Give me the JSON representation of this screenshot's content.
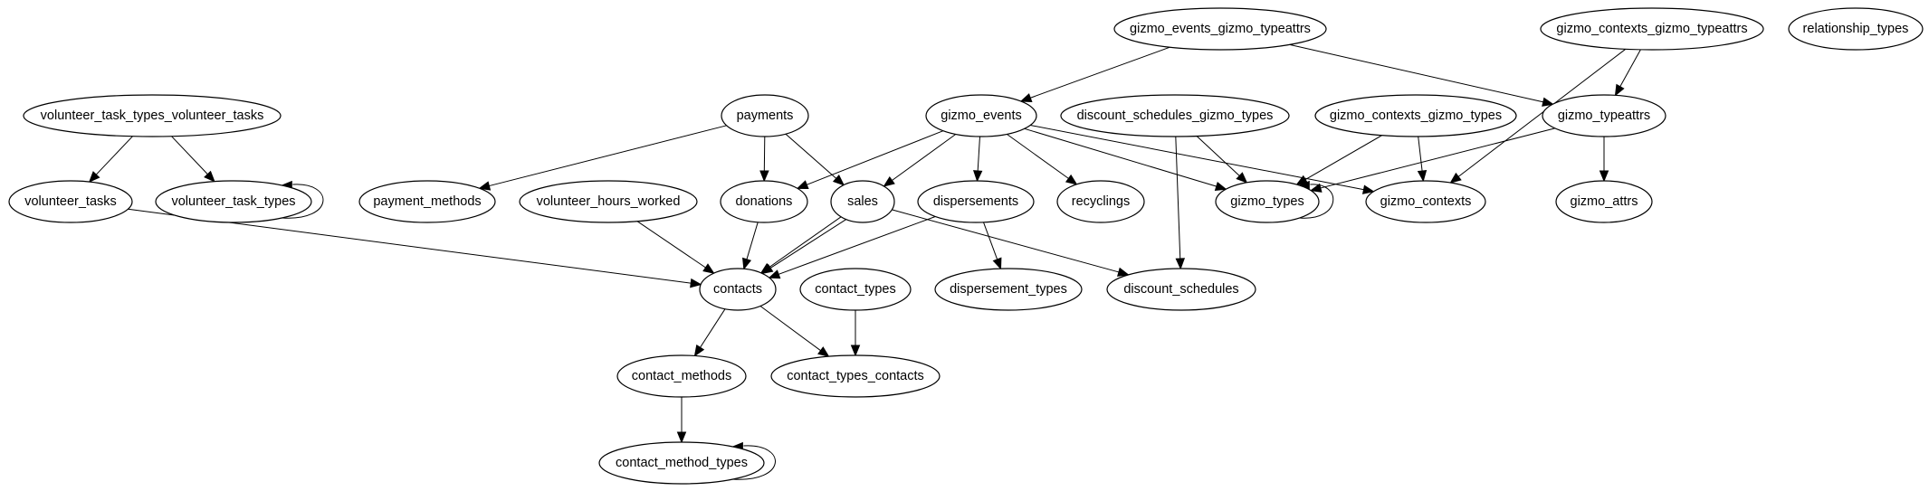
{
  "diagram": {
    "type": "directed-graph",
    "colors": {
      "background": "#ffffff",
      "stroke": "#000000",
      "node_fill": "#ffffff"
    },
    "nodes": [
      {
        "id": "volunteer_task_types_volunteer_tasks",
        "label": "volunteer_task_types_volunteer_tasks"
      },
      {
        "id": "volunteer_tasks",
        "label": "volunteer_tasks"
      },
      {
        "id": "volunteer_task_types",
        "label": "volunteer_task_types"
      },
      {
        "id": "payments",
        "label": "payments"
      },
      {
        "id": "payment_methods",
        "label": "payment_methods"
      },
      {
        "id": "volunteer_hours_worked",
        "label": "volunteer_hours_worked"
      },
      {
        "id": "donations",
        "label": "donations"
      },
      {
        "id": "sales",
        "label": "sales"
      },
      {
        "id": "gizmo_events",
        "label": "gizmo_events"
      },
      {
        "id": "dispersements",
        "label": "dispersements"
      },
      {
        "id": "recyclings",
        "label": "recyclings"
      },
      {
        "id": "gizmo_events_gizmo_typeattrs",
        "label": "gizmo_events_gizmo_typeattrs"
      },
      {
        "id": "discount_schedules_gizmo_types",
        "label": "discount_schedules_gizmo_types"
      },
      {
        "id": "gizmo_contexts_gizmo_types",
        "label": "gizmo_contexts_gizmo_types"
      },
      {
        "id": "gizmo_contexts_gizmo_typeattrs",
        "label": "gizmo_contexts_gizmo_typeattrs"
      },
      {
        "id": "relationship_types",
        "label": "relationship_types"
      },
      {
        "id": "gizmo_typeattrs",
        "label": "gizmo_typeattrs"
      },
      {
        "id": "gizmo_types",
        "label": "gizmo_types"
      },
      {
        "id": "gizmo_contexts",
        "label": "gizmo_contexts"
      },
      {
        "id": "gizmo_attrs",
        "label": "gizmo_attrs"
      },
      {
        "id": "contacts",
        "label": "contacts"
      },
      {
        "id": "contact_types",
        "label": "contact_types"
      },
      {
        "id": "dispersement_types",
        "label": "dispersement_types"
      },
      {
        "id": "discount_schedules",
        "label": "discount_schedules"
      },
      {
        "id": "contact_methods",
        "label": "contact_methods"
      },
      {
        "id": "contact_types_contacts",
        "label": "contact_types_contacts"
      },
      {
        "id": "contact_method_types",
        "label": "contact_method_types"
      }
    ],
    "edges": [
      {
        "from": "volunteer_task_types_volunteer_tasks",
        "to": "volunteer_tasks"
      },
      {
        "from": "volunteer_task_types_volunteer_tasks",
        "to": "volunteer_task_types"
      },
      {
        "from": "volunteer_task_types",
        "to": "volunteer_task_types"
      },
      {
        "from": "volunteer_tasks",
        "to": "contacts"
      },
      {
        "from": "payments",
        "to": "payment_methods"
      },
      {
        "from": "payments",
        "to": "donations"
      },
      {
        "from": "payments",
        "to": "sales"
      },
      {
        "from": "volunteer_hours_worked",
        "to": "contacts"
      },
      {
        "from": "donations",
        "to": "contacts"
      },
      {
        "from": "sales",
        "to": "contacts"
      },
      {
        "from": "sales",
        "to": "contacts"
      },
      {
        "from": "sales",
        "to": "discount_schedules"
      },
      {
        "from": "dispersements",
        "to": "contacts"
      },
      {
        "from": "dispersements",
        "to": "dispersement_types"
      },
      {
        "from": "gizmo_events",
        "to": "donations"
      },
      {
        "from": "gizmo_events",
        "to": "sales"
      },
      {
        "from": "gizmo_events",
        "to": "dispersements"
      },
      {
        "from": "gizmo_events",
        "to": "recyclings"
      },
      {
        "from": "gizmo_events",
        "to": "gizmo_types"
      },
      {
        "from": "gizmo_events",
        "to": "gizmo_contexts"
      },
      {
        "from": "gizmo_events_gizmo_typeattrs",
        "to": "gizmo_events"
      },
      {
        "from": "gizmo_events_gizmo_typeattrs",
        "to": "gizmo_typeattrs"
      },
      {
        "from": "discount_schedules_gizmo_types",
        "to": "gizmo_types"
      },
      {
        "from": "discount_schedules_gizmo_types",
        "to": "discount_schedules"
      },
      {
        "from": "gizmo_contexts_gizmo_types",
        "to": "gizmo_types"
      },
      {
        "from": "gizmo_contexts_gizmo_types",
        "to": "gizmo_contexts"
      },
      {
        "from": "gizmo_contexts_gizmo_typeattrs",
        "to": "gizmo_typeattrs"
      },
      {
        "from": "gizmo_contexts_gizmo_typeattrs",
        "to": "gizmo_contexts"
      },
      {
        "from": "gizmo_typeattrs",
        "to": "gizmo_types"
      },
      {
        "from": "gizmo_typeattrs",
        "to": "gizmo_attrs"
      },
      {
        "from": "gizmo_types",
        "to": "gizmo_types"
      },
      {
        "from": "contacts",
        "to": "contact_methods"
      },
      {
        "from": "contacts",
        "to": "contact_types_contacts"
      },
      {
        "from": "contact_types",
        "to": "contact_types_contacts"
      },
      {
        "from": "contact_methods",
        "to": "contact_method_types"
      },
      {
        "from": "contact_method_types",
        "to": "contact_method_types"
      }
    ]
  }
}
